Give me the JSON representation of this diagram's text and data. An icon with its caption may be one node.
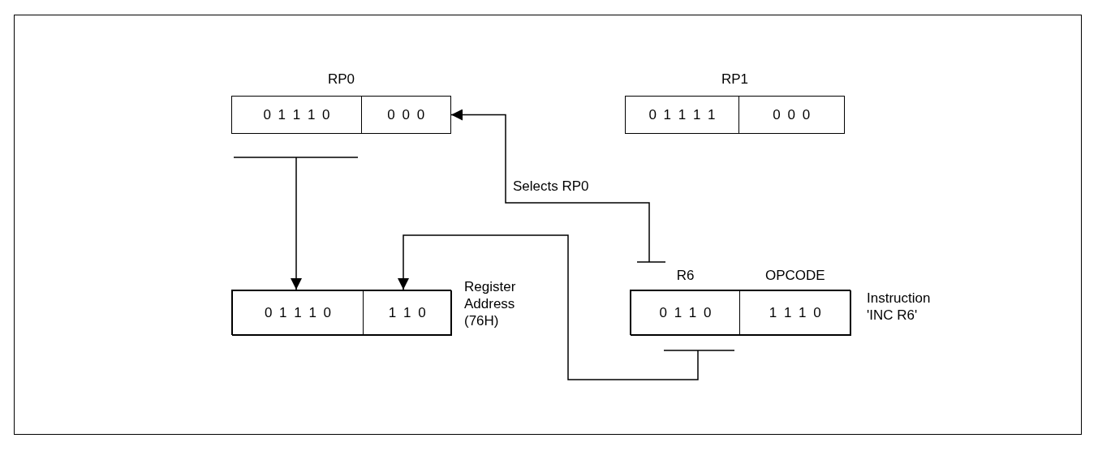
{
  "diagram": {
    "nodes": [
      {
        "text": [
          "RP0"
        ]
      },
      {
        "text": [
          "0 1 1 1 0"
        ],
        "in": 0
      },
      {
        "text": [
          "0 0 0"
        ],
        "in": 0
      },
      {
        "text": [
          "RP1"
        ]
      },
      {
        "text": [
          "0 1 1 1 1"
        ],
        "in": 3
      },
      {
        "text": [
          "0 0 0"
        ],
        "in": 3
      },
      {
        "text": [],
        "shape": "box",
        "beside": [
          "Register Address (76H)"
        ]
      },
      {
        "text": [
          "0 1 1 1 0"
        ],
        "in": 6
      },
      {
        "text": [
          "1 1 0"
        ],
        "in": 6
      },
      {
        "text": [],
        "shape": "box",
        "beside": [
          "Instruction 'INC R6'"
        ]
      },
      {
        "text": [
          "R6",
          "0 1 1 0"
        ],
        "in": 9
      },
      {
        "text": [
          "OPCODE",
          "1 1 1 0"
        ],
        "in": 9
      }
    ],
    "edges": [
      {
        "from": 1,
        "to": 7,
        "arrow": "to"
      },
      {
        "from": 10,
        "to": 2,
        "arrow": "to",
        "label": "Selects RP0"
      },
      {
        "from": 10,
        "to": 8,
        "arrow": "to"
      }
    ]
  }
}
